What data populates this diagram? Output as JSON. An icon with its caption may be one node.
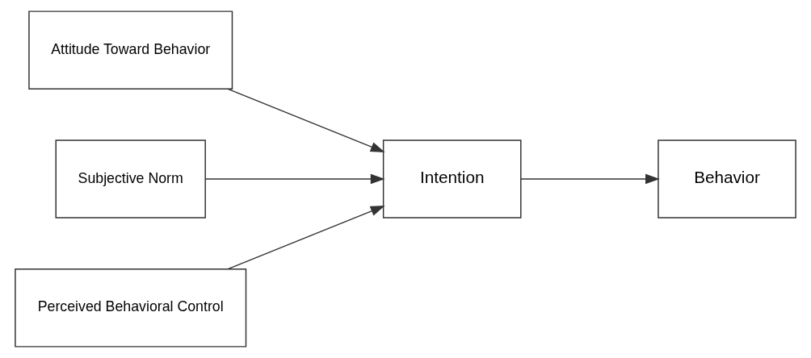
{
  "diagram": {
    "nodes": [
      {
        "text": [
          "Attitude Toward Behavior"
        ]
      },
      {
        "text": [
          "Subjective Norm"
        ]
      },
      {
        "text": [
          "Perceived Behavioral Control"
        ]
      },
      {
        "text": [
          "Intention"
        ]
      },
      {
        "text": [
          "Behavior"
        ]
      }
    ],
    "edges": [
      {
        "from": 0,
        "to": 3,
        "arrow": "to"
      },
      {
        "from": 1,
        "to": 3,
        "arrow": "to"
      },
      {
        "from": 2,
        "to": 3,
        "arrow": "to"
      },
      {
        "from": 3,
        "to": 4,
        "arrow": "to"
      }
    ]
  }
}
